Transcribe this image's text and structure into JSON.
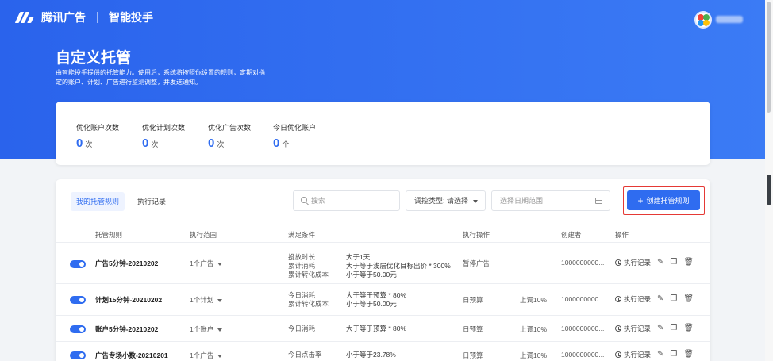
{
  "brand": {
    "name": "腾讯广告",
    "product": "智能投手"
  },
  "colors": {
    "primary": "#2f6cf0",
    "highlight_border": "#e53935"
  },
  "page": {
    "title": "自定义托管",
    "description": "由智能投手提供的托管能力。使用后，系统将按照你设置的规则，定期对指定的账户、计划、广告进行监测调整，并发送通知。"
  },
  "stats": [
    {
      "label": "优化账户次数",
      "value": "0",
      "unit": "次"
    },
    {
      "label": "优化计划次数",
      "value": "0",
      "unit": "次"
    },
    {
      "label": "优化广告次数",
      "value": "0",
      "unit": "次"
    },
    {
      "label": "今日优化账户",
      "value": "0",
      "unit": "个"
    }
  ],
  "tabs": {
    "my_rules": "我的托管规则",
    "exec_records": "执行记录"
  },
  "filters": {
    "search_placeholder": "搜索",
    "control_type": "调控类型: 请选择",
    "date_placeholder": "选择日期范围"
  },
  "create_button": "创建托管规则",
  "table": {
    "headers": [
      "托管规则",
      "执行范围",
      "满足条件",
      "执行操作",
      "创建者",
      "操作"
    ],
    "rows": [
      {
        "name": "广告5分钟-20210202",
        "scope": "1个广告",
        "conditions": [
          {
            "metric": "投放时长",
            "value": "大于1天"
          },
          {
            "metric": "累计消耗",
            "value": "大于等于浅层优化目标出价 * 300%"
          },
          {
            "metric": "累计转化成本",
            "value": "小于等于50.00元"
          }
        ],
        "action": "暂停广告",
        "action_value": "",
        "creator": "1000000000...",
        "log": "执行记录"
      },
      {
        "name": "计划15分钟-20210202",
        "scope": "1个计划",
        "conditions": [
          {
            "metric": "今日消耗",
            "value": "大于等于预算 * 80%"
          },
          {
            "metric": "累计转化成本",
            "value": "小于等于50.00元"
          }
        ],
        "action": "日预算",
        "action_value": "上调10%",
        "creator": "1000000000...",
        "log": "执行记录"
      },
      {
        "name": "账户5分钟-20210202",
        "scope": "1个账户",
        "conditions": [
          {
            "metric": "今日消耗",
            "value": "大于等于预算 * 80%"
          }
        ],
        "action": "日预算",
        "action_value": "上调10%",
        "creator": "1000000000...",
        "log": "执行记录"
      },
      {
        "name": "广告专场小数-20210201",
        "scope": "1个广告",
        "conditions": [
          {
            "metric": "今日点击率",
            "value": "小于等于23.78%"
          }
        ],
        "action": "日预算",
        "action_value": "上调10%",
        "creator": "1000000000...",
        "log": "执行记录"
      }
    ]
  }
}
